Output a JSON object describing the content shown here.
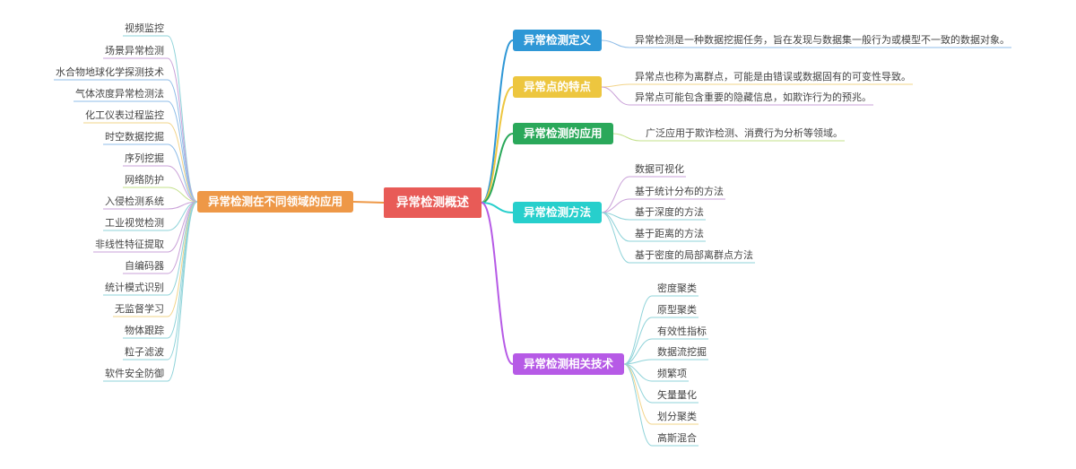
{
  "root": {
    "label": "异常检测概述",
    "color": "#E85B57"
  },
  "left_branch": {
    "label": "异常检测在不同领域的应用",
    "color": "#EE9847",
    "items": [
      "视频监控",
      "场景异常检测",
      "水合物地球化学探测技术",
      "气体浓度异常检测法",
      "化工仪表过程监控",
      "时空数据挖掘",
      "序列挖掘",
      "网络防护",
      "入侵检测系统",
      "工业视觉检测",
      "非线性特征提取",
      "自编码器",
      "统计模式识别",
      "无监督学习",
      "物体跟踪",
      "粒子滤波",
      "软件安全防御"
    ],
    "line_colors": [
      "#8fd3d9",
      "#c9a0d8",
      "#8fbde8",
      "#8fbde8",
      "#f2d48a",
      "#8fbde8",
      "#c9a0d8",
      "#c3e08a",
      "#c9a0d8",
      "#8fd3d9",
      "#c9a0d8",
      "#c9a0d8",
      "#8fd3d9",
      "#f2d48a",
      "#8fd3d9",
      "#8fd3d9",
      "#8fd3d9"
    ]
  },
  "right_branches": [
    {
      "label": "异常检测定义",
      "color": "#2E97D6",
      "items": [
        "异常检测是一种数据挖掘任务，旨在发现与数据集一般行为或模型不一致的数据对象。"
      ],
      "item_colors": [
        "#8fbde8"
      ]
    },
    {
      "label": "异常点的特点",
      "color": "#EDC63F",
      "items": [
        "异常点也称为离群点，可能是由错误或数据固有的可变性导致。",
        "异常点可能包含重要的隐藏信息，如欺诈行为的预兆。"
      ],
      "item_colors": [
        "#f2d48a",
        "#c9a0d8"
      ]
    },
    {
      "label": "异常检测的应用",
      "color": "#2AA85A",
      "items": [
        "广泛应用于欺诈检测、消费行为分析等领域。"
      ],
      "item_colors": [
        "#c3e08a"
      ]
    },
    {
      "label": "异常检测方法",
      "color": "#27CFCC",
      "items": [
        "数据可视化",
        "基于统计分布的方法",
        "基于深度的方法",
        "基于距离的方法",
        "基于密度的局部离群点方法"
      ],
      "item_colors": [
        "#c9a0d8",
        "#c9a0d8",
        "#8fd3d9",
        "#8fd3d9",
        "#8fd3d9"
      ]
    },
    {
      "label": "异常检测相关技术",
      "color": "#B65AE6",
      "items": [
        "密度聚类",
        "原型聚类",
        "有效性指标",
        "数据流挖掘",
        "频繁项",
        "矢量量化",
        "划分聚类",
        "高斯混合"
      ],
      "item_colors": [
        "#8fd3d9",
        "#8fd3d9",
        "#8fd3d9",
        "#8fd3d9",
        "#8fd3d9",
        "#8fd3d9",
        "#f2d48a",
        "#8fd3d9"
      ]
    }
  ]
}
